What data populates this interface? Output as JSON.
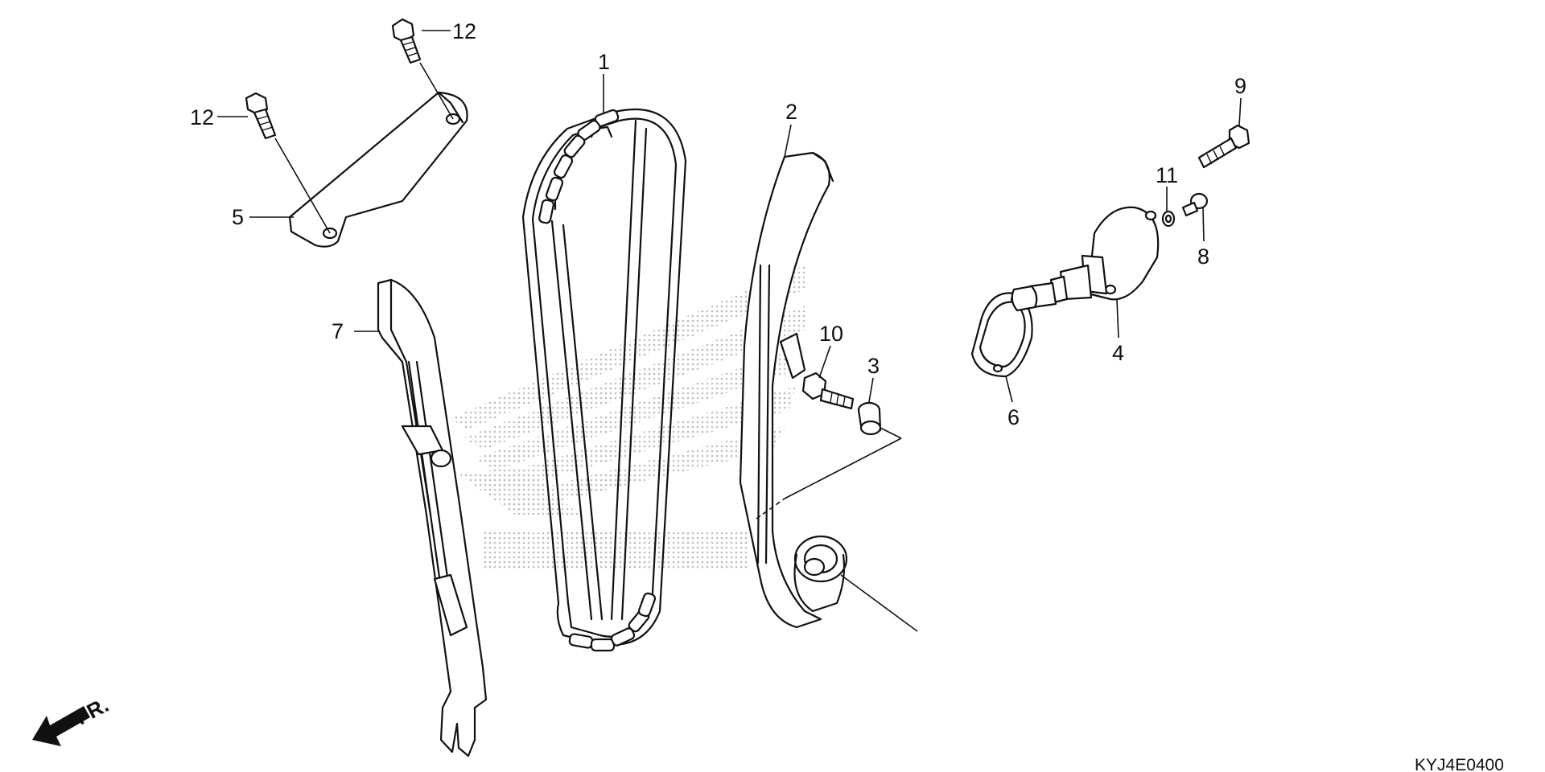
{
  "diagram": {
    "callouts": {
      "c1": "1",
      "c2": "2",
      "c3": "3",
      "c4": "4",
      "c5": "5",
      "c6": "6",
      "c7": "7",
      "c8": "8",
      "c9": "9",
      "c10": "10",
      "c11": "11",
      "c12a": "12",
      "c12b": "12"
    },
    "front_marker": "FR.",
    "diagram_code": "KYJ4E0400",
    "colors": {
      "ink": "#111111",
      "watermark": "#c8c8c8",
      "background": "#ffffff"
    },
    "icons": [
      "front-direction-arrow-icon",
      "honda-wing-watermark"
    ]
  }
}
